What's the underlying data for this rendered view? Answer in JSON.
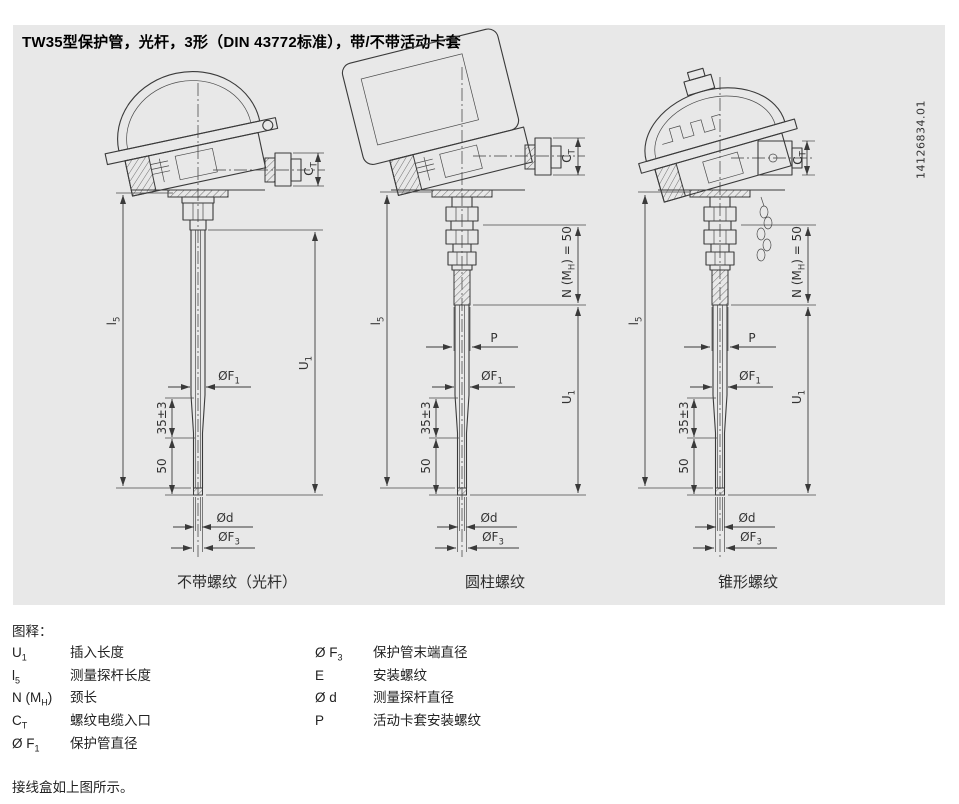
{
  "page": {
    "title": "TW35型保护管，光杆，3形（DIN 43772标准），带/不带活动卡套",
    "drawing_number": "14126834.01",
    "footer_note": "接线盒如上图所示。"
  },
  "colors": {
    "panel_bg": "#e8e8e8",
    "line": "#3a3a3a",
    "text": "#1a1a1a"
  },
  "diagrams": {
    "captions": [
      "不带螺纹（光杆）",
      "圆柱螺纹",
      "锥形螺纹"
    ]
  },
  "dims": {
    "u1_base": "U",
    "u1_sub": "1",
    "l5_base": "l",
    "l5_sub": "5",
    "n_prefix": "N (M",
    "n_sub": "H",
    "n_suffix": ") = 50",
    "ct_base": "C",
    "ct_sub": "T",
    "f1_base": "ØF",
    "f1_sub": "1",
    "f3_base": "ØF",
    "f3_sub": "3",
    "d_label": "Ød",
    "p_label": "P",
    "taper_len": "35±3",
    "tip_len": "50"
  },
  "legend": {
    "heading": "图释：",
    "left": [
      {
        "sym": "U",
        "sub": "1",
        "suffix": "",
        "text": "插入长度"
      },
      {
        "sym": "l",
        "sub": "5",
        "suffix": "",
        "text": "测量探杆长度"
      },
      {
        "sym": "N (M",
        "sub": "H",
        "suffix": ")",
        "text": "颈长"
      },
      {
        "sym": "C",
        "sub": "T",
        "suffix": "",
        "text": "螺纹电缆入口"
      },
      {
        "sym": "Ø F",
        "sub": "1",
        "suffix": "",
        "text": "保护管直径"
      }
    ],
    "right": [
      {
        "sym": "Ø F",
        "sub": "3",
        "suffix": "",
        "text": "保护管末端直径"
      },
      {
        "sym": "E",
        "sub": "",
        "suffix": "",
        "text": "安装螺纹"
      },
      {
        "sym": "Ø d",
        "sub": "",
        "suffix": "",
        "text": "测量探杆直径"
      },
      {
        "sym": "P",
        "sub": "",
        "suffix": "",
        "text": "活动卡套安装螺纹"
      }
    ]
  }
}
